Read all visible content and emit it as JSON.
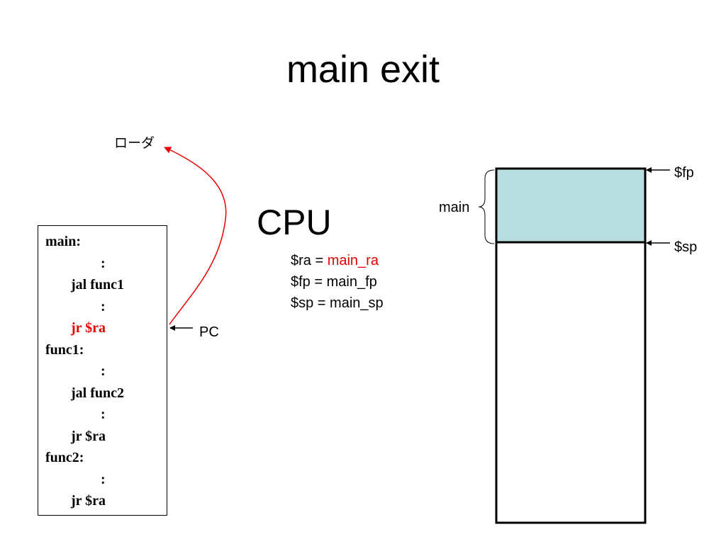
{
  "title": "main exit",
  "loader_label": "ローダ",
  "pc_label": "PC",
  "code": {
    "lines": [
      {
        "text": "main:",
        "kind": "label"
      },
      {
        "text": ":",
        "kind": "colon"
      },
      {
        "text": "jal func1",
        "kind": "instr"
      },
      {
        "text": ":",
        "kind": "colon"
      },
      {
        "text": "jr $ra",
        "kind": "instr",
        "highlight": true
      },
      {
        "text": "func1:",
        "kind": "label"
      },
      {
        "text": ":",
        "kind": "colon"
      },
      {
        "text": "jal func2",
        "kind": "instr"
      },
      {
        "text": ":",
        "kind": "colon"
      },
      {
        "text": "jr $ra",
        "kind": "instr"
      },
      {
        "text": "func2:",
        "kind": "label"
      },
      {
        "text": ":",
        "kind": "colon"
      },
      {
        "text": "jr $ra",
        "kind": "instr"
      }
    ]
  },
  "cpu": {
    "title": "CPU",
    "registers": [
      {
        "name": "$ra = ",
        "value": "main_ra",
        "value_highlight": true
      },
      {
        "name": "$fp = ",
        "value": "main_fp",
        "value_highlight": false
      },
      {
        "name": "$sp = ",
        "value": "main_sp",
        "value_highlight": false
      }
    ]
  },
  "stack": {
    "frame_label": "main",
    "fp_label": "$fp",
    "sp_label": "$sp"
  },
  "colors": {
    "highlight": "#e60000",
    "frame_fill": "#b7dde1",
    "arrow_red": "#e60000",
    "line": "#000000"
  }
}
